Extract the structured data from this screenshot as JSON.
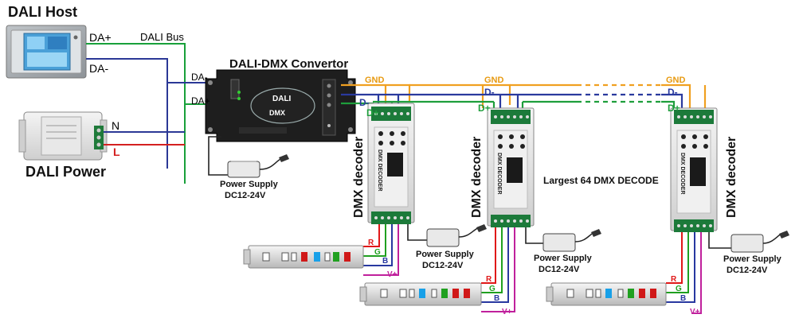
{
  "colors": {
    "gnd": "#f0a020",
    "dplus": "#1e9e3c",
    "dminus": "#2a3a9e",
    "bus_green": "#18a03a",
    "bus_blue": "#2b3896",
    "mains_red": "#d42020",
    "red": "#e01818",
    "green": "#20a020",
    "blue": "#2838a0",
    "vplus": "#c0209c"
  },
  "host": {
    "title": "DALI Host",
    "da_plus": "DA+",
    "da_minus": "DA-",
    "bus_label": "DALI Bus"
  },
  "power": {
    "title": "DALI Power",
    "n": "N",
    "l": "L"
  },
  "convertor": {
    "title": "DALI-DMX Convertor",
    "in_da_minus": "DA-",
    "in_da_plus": "DA+",
    "logo_top": "DALI",
    "logo_bottom": "DMX",
    "psu_line1": "Power Supply",
    "psu_line2": "DC12-24V"
  },
  "bus": {
    "gnd": "GND",
    "d_minus": "D-",
    "d_plus": "D+"
  },
  "decoders": [
    {
      "label": "DMX decoder",
      "body_text": "DMX DECODER",
      "psu_line1": "Power Supply",
      "psu_line2": "DC12-24V",
      "r": "R",
      "g": "G",
      "b": "B",
      "v": "V+"
    },
    {
      "label": "DMX decoder",
      "body_text": "DMX DECODER",
      "psu_line1": "Power Supply",
      "psu_line2": "DC12-24V",
      "r": "R",
      "g": "G",
      "b": "B",
      "v": "V+"
    },
    {
      "label": "DMX decoder",
      "body_text": "DMX DECODER",
      "psu_line1": "Power Supply",
      "psu_line2": "DC12-24V",
      "r": "R",
      "g": "G",
      "b": "B",
      "v": "V+"
    }
  ],
  "largest_note": "Largest 64 DMX DECODE"
}
